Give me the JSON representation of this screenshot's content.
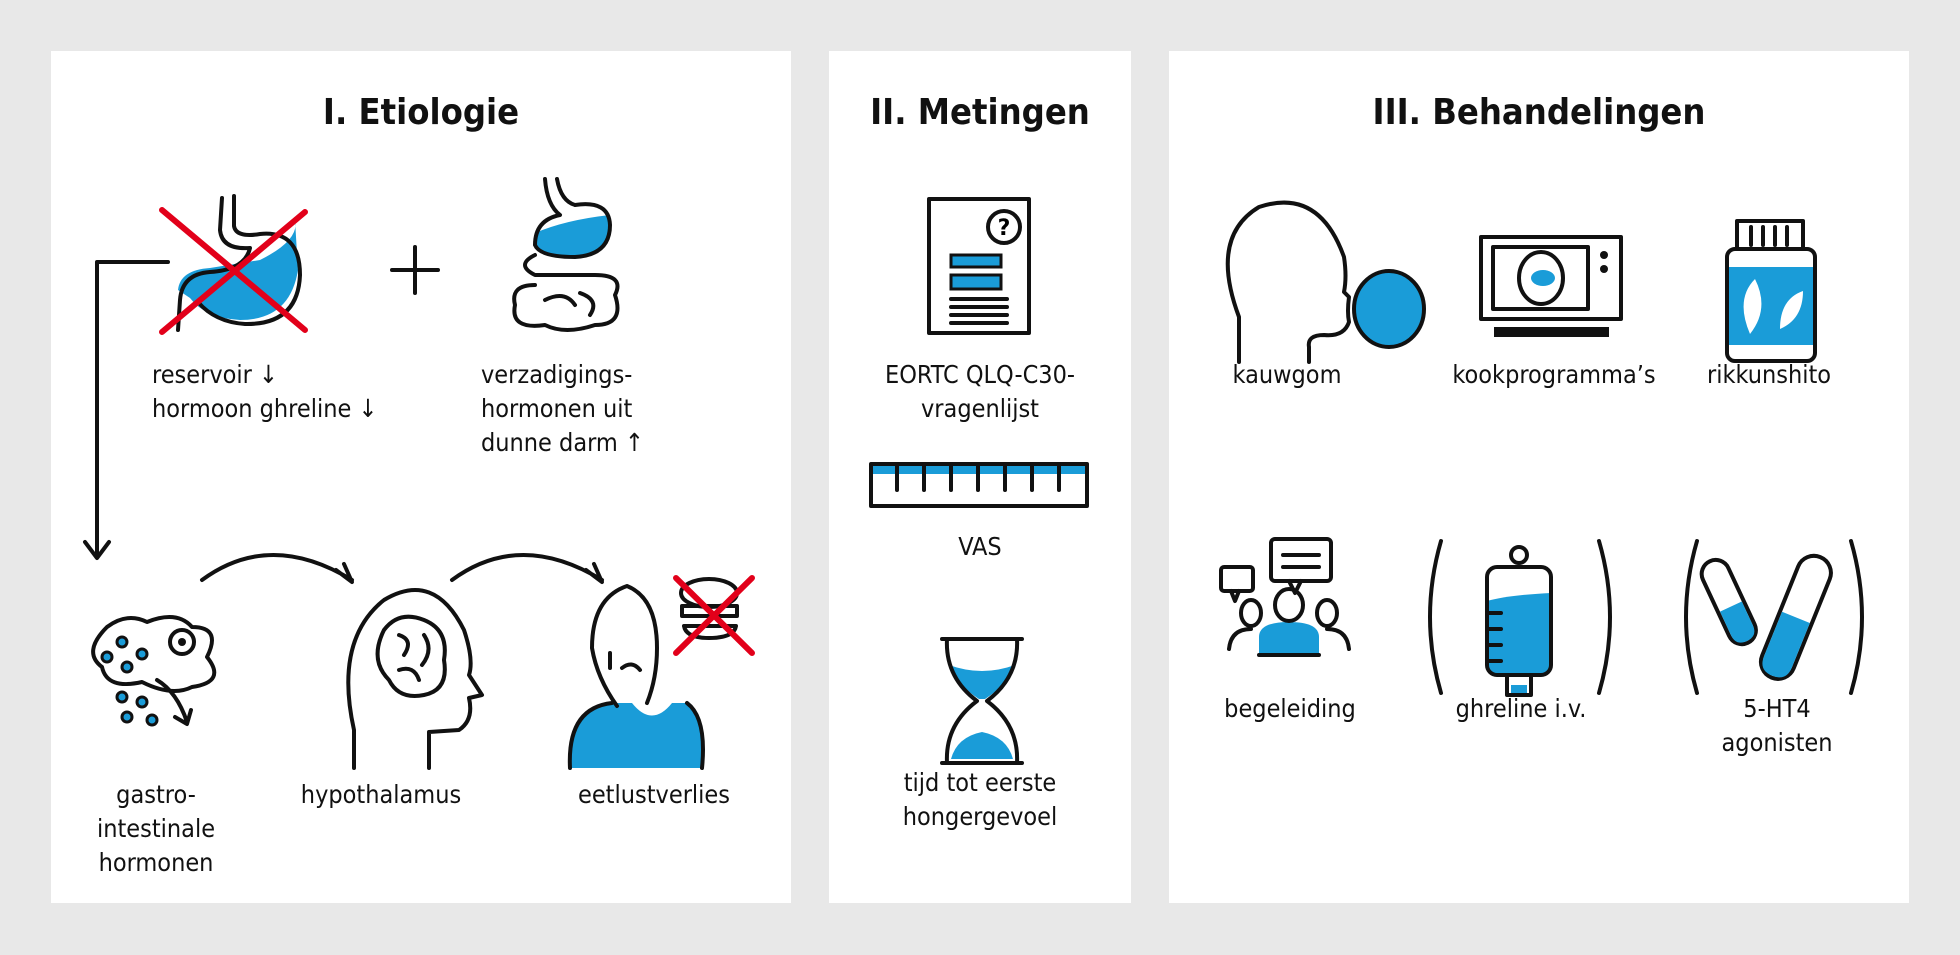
{
  "colors": {
    "accent": "#1a9cd8",
    "cross": "#e2001a",
    "background": "#e8e8e8"
  },
  "etiologie": {
    "title": "I. Etiologie",
    "reservoir_line1": "reservoir ↓",
    "reservoir_line2": "hormoon ghreline ↓",
    "satiety_line1": "verzadigings-",
    "satiety_line2": "hormonen uit",
    "satiety_line3": "dunne darm ↑",
    "gastro_line1": "gastro-",
    "gastro_line2": "intestinale",
    "gastro_line3": "hormonen",
    "hypothalamus": "hypothalamus",
    "appetite_loss": "eetlustverlies"
  },
  "metingen": {
    "title": "II. Metingen",
    "questionnaire_line1": "EORTC QLQ-C30-",
    "questionnaire_line2": "vragenlijst",
    "vas": "VAS",
    "time_line1": "tijd tot eerste",
    "time_line2": "hongergevoel"
  },
  "behandelingen": {
    "title": "III. Behandelingen",
    "items": [
      {
        "label": "kauwgom"
      },
      {
        "label": "kookprogramma’s"
      },
      {
        "label": "rikkunshito"
      },
      {
        "label": "begeleiding"
      },
      {
        "label": "ghreline i.v."
      },
      {
        "label_line1": "5-HT4",
        "label_line2": "agonisten"
      }
    ]
  }
}
